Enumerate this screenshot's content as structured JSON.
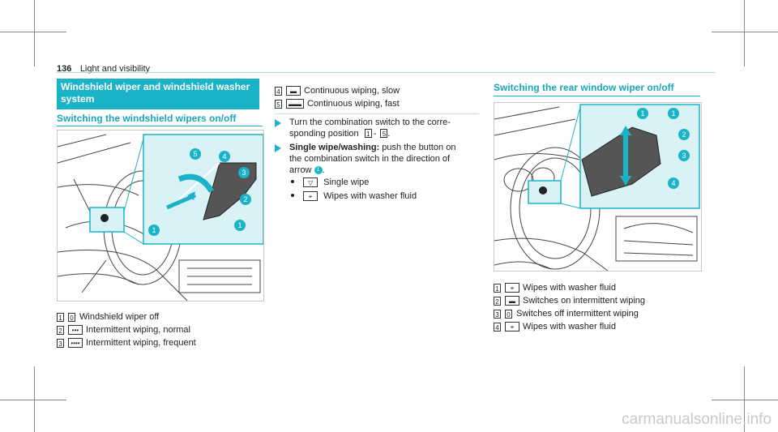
{
  "header": {
    "page_number": "136",
    "title": "Light and visibility"
  },
  "left": {
    "section_title": "Windshield wiper and windshield washer system",
    "subheading": "Switching the windshield wipers on/off",
    "callouts": [
      "5",
      "4",
      "3",
      "2",
      "1",
      "1"
    ],
    "legend": [
      {
        "key": "1",
        "symbol": "0",
        "text": "Windshield wiper off"
      },
      {
        "key": "2",
        "symbol": "•••",
        "text": "Intermittent wiping, normal"
      },
      {
        "key": "3",
        "symbol": "••••",
        "text": "Intermittent wiping, frequent"
      }
    ]
  },
  "middle": {
    "legend": [
      {
        "key": "4",
        "symbol": "▬",
        "text": "Continuous wiping, slow"
      },
      {
        "key": "5",
        "symbol": "▬▬",
        "text": "Continuous wiping, fast"
      }
    ],
    "step1": {
      "line1": "Turn the combination switch to the corre-",
      "line2_prefix": "sponding position",
      "range_start": "1",
      "range_sep": "-",
      "range_end": "5",
      "range_tail": "."
    },
    "step2": {
      "bold": "Single wipe/washing:",
      "text1": " push the button on",
      "line2": "the combination switch in the direction of",
      "line3": "arrow",
      "arrow_ref": "1",
      "line3_tail": "."
    },
    "bullets": [
      {
        "symbol": "▽",
        "text": "Single wipe"
      },
      {
        "symbol": "⌖",
        "text": "Wipes with washer fluid"
      }
    ]
  },
  "right": {
    "subheading": "Switching the rear window wiper on/off",
    "callouts": [
      "1",
      "1",
      "2",
      "3",
      "4"
    ],
    "legend": [
      {
        "key": "1",
        "symbol": "⌖",
        "text": "Wipes with washer fluid"
      },
      {
        "key": "2",
        "symbol": "▬",
        "text": "Switches on intermittent wiping"
      },
      {
        "key": "3",
        "symbol": "0",
        "text": "Switches off intermittent wiping"
      },
      {
        "key": "4",
        "symbol": "⌖",
        "text": "Wipes with washer fluid"
      }
    ]
  },
  "watermark": "carmanualsonline.info",
  "colors": {
    "accent": "#1bb3c8",
    "panel": "#d8f2f5"
  }
}
